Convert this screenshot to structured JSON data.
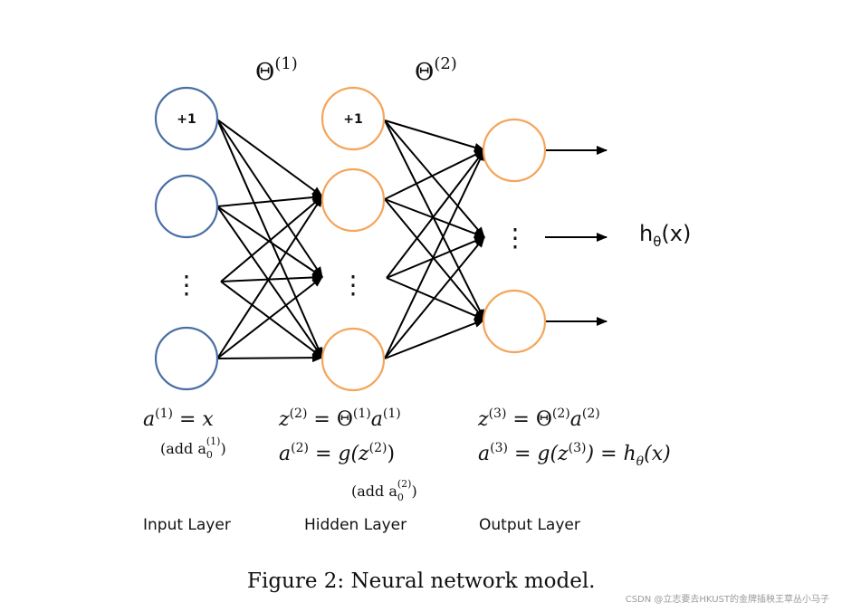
{
  "colors": {
    "input_layer": "#4a6fa5",
    "hidden_output_layers": "#f4a55a",
    "arrows": "#000000"
  },
  "weights": {
    "theta1": "Θ",
    "theta1_sup": "(1)",
    "theta2": "Θ",
    "theta2_sup": "(2)"
  },
  "nodes": {
    "input_bias": "+1",
    "hidden_bias": "+1",
    "ellipsis": "⋮"
  },
  "output": {
    "h": "h",
    "theta_sub": "θ",
    "arg": "(x)"
  },
  "equations": {
    "input": {
      "a": "a",
      "sup1": "(1)",
      "eq": " = x",
      "note_open": "(add a",
      "note_sub": "0",
      "note_sup": "(1)",
      "note_close": ")"
    },
    "hidden": {
      "line1_z": "z",
      "line1_sup": "(2)",
      "line1_eq": " = Θ",
      "line1_theta_sup": "(1)",
      "line1_a": "a",
      "line1_a_sup": "(1)",
      "line2_a": "a",
      "line2_sup": "(2)",
      "line2_eq": " = g(z",
      "line2_z_sup": "(2)",
      "line2_close": ")",
      "note_open": "(add a",
      "note_sub": "0",
      "note_sup": "(2)",
      "note_close": ")"
    },
    "output": {
      "line1_z": "z",
      "line1_sup": "(3)",
      "line1_eq": " = Θ",
      "line1_theta_sup": "(2)",
      "line1_a": "a",
      "line1_a_sup": "(2)",
      "line2_a": "a",
      "line2_sup": "(3)",
      "line2_eq": " = g(z",
      "line2_z_sup": "(3)",
      "line2_mid": ") = h",
      "line2_sub": "θ",
      "line2_close": "(x)"
    }
  },
  "layer_labels": {
    "input": "Input Layer",
    "hidden": "Hidden Layer",
    "output": "Output Layer"
  },
  "caption": "Figure 2: Neural network model.",
  "watermark": "CSDN @立志要去HKUST的金牌插秧王草丛小马子"
}
